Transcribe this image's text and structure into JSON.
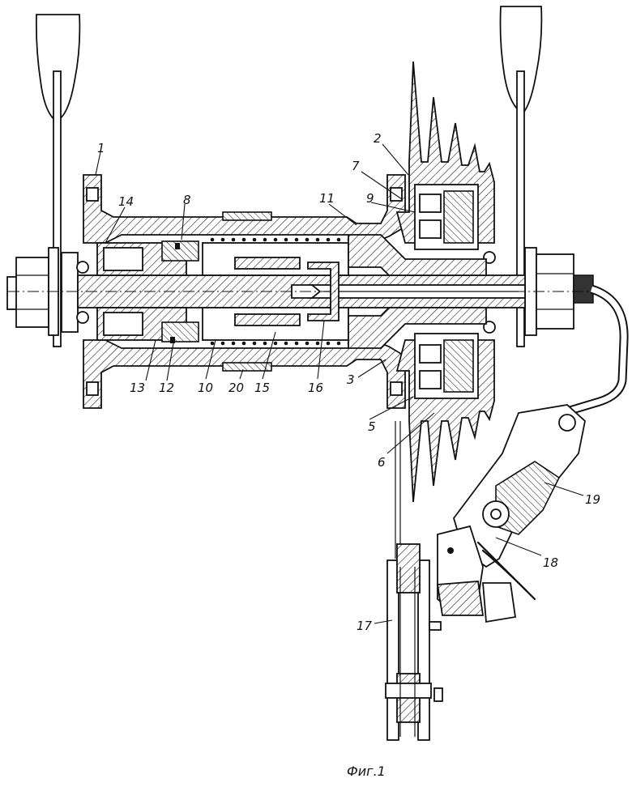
{
  "figure": {
    "caption": "Фиг.1",
    "labels": [
      {
        "id": "1",
        "text": "1"
      },
      {
        "id": "2",
        "text": "2"
      },
      {
        "id": "3",
        "text": "3"
      },
      {
        "id": "5",
        "text": "5"
      },
      {
        "id": "6",
        "text": "6"
      },
      {
        "id": "7",
        "text": "7"
      },
      {
        "id": "8",
        "text": "8"
      },
      {
        "id": "9",
        "text": "9"
      },
      {
        "id": "10",
        "text": "10"
      },
      {
        "id": "11",
        "text": "11"
      },
      {
        "id": "12",
        "text": "12"
      },
      {
        "id": "13",
        "text": "13"
      },
      {
        "id": "14",
        "text": "14"
      },
      {
        "id": "15",
        "text": "15"
      },
      {
        "id": "16",
        "text": "16"
      },
      {
        "id": "17",
        "text": "17"
      },
      {
        "id": "18",
        "text": "18"
      },
      {
        "id": "19",
        "text": "19"
      },
      {
        "id": "20",
        "text": "20"
      }
    ]
  }
}
